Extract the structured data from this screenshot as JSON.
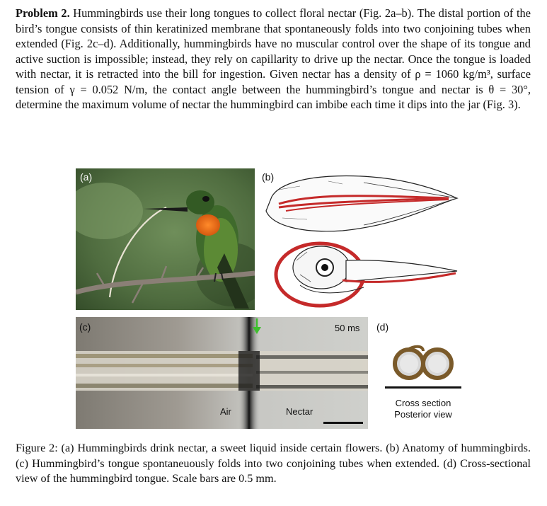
{
  "problem": {
    "heading": "Problem 2.",
    "body": " Hummingbirds use their long tongues to collect floral nectar (Fig. 2a–b). The distal portion of the bird’s tongue consists of thin keratinized membrane that spontaneously folds into two conjoining tubes when extended (Fig. 2c–d). Additionally, hummingbirds have no muscular control over the shape of its tongue and active suction is impossible; instead, they rely on capillarity to drive up the nectar. Once the tongue is loaded with nectar, it is retracted into the bill for ingestion. Given nectar has a density of ρ = 1060 kg/m³, surface tension of γ = 0.052 N/m, the contact angle between the hummingbird’s tongue and nectar is θ = 30°, determine the maximum volume of nectar the hummingbird can imbibe each time it dips into the jar (Fig. 3)."
  },
  "figure": {
    "panel_a_label": "(a)",
    "panel_b_label": "(b)",
    "panel_c_label": "(c)",
    "panel_d_label": "(d)",
    "time_label": "50 ms",
    "air_label": "Air",
    "nectar_label": "Nectar",
    "cross_section_line1": "Cross section",
    "cross_section_line2": "Posterior view"
  },
  "caption": "Figure 2: (a) Hummingbirds drink nectar, a sweet liquid inside certain flowers. (b) Anatomy of hummingbirds. (c) Hummingbird’s tongue spontaneuously folds into two conjoining tubes when extended. (d) Cross-sectional view of the hummingbird tongue. Scale bars are 0.5 mm."
}
